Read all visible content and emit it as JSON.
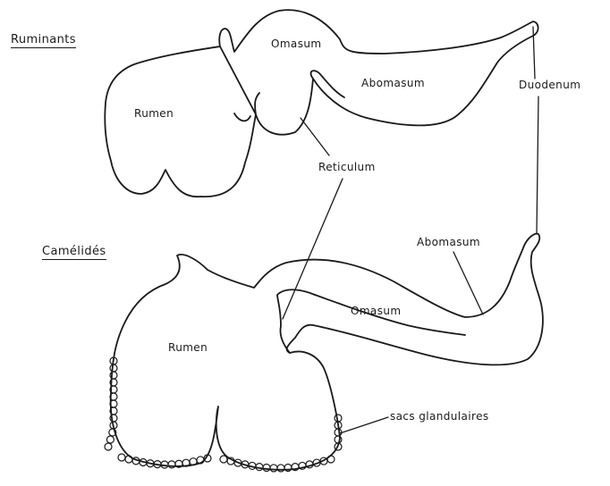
{
  "sections": {
    "ruminants": {
      "title": "Ruminants",
      "labels": {
        "omasum": "Omasum",
        "abomasum": "Abomasum",
        "duodenum": "Duodenum",
        "rumen": "Rumen",
        "reticulum": "Reticulum"
      }
    },
    "camelides": {
      "title": "Camélidés",
      "labels": {
        "abomasum": "Abomasum",
        "omasum": "Omasum",
        "rumen": "Rumen",
        "sacs_glandulaires": "sacs glandulaires"
      }
    }
  },
  "colors": {
    "ink": "#1a1a1a",
    "background": "#ffffff"
  }
}
